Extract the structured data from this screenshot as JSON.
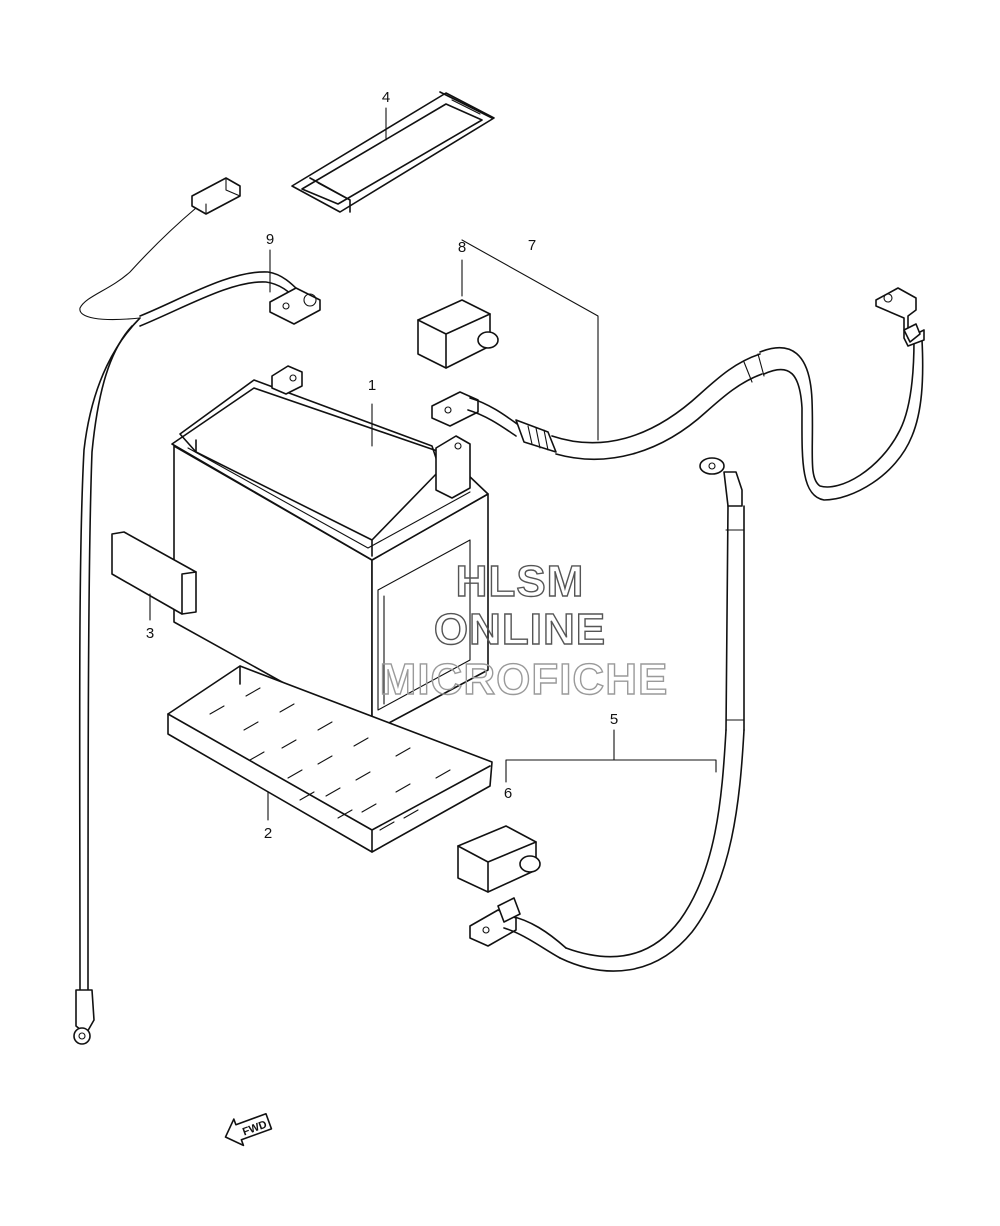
{
  "callouts": {
    "c1": "1",
    "c2": "2",
    "c3": "3",
    "c4": "4",
    "c5": "5",
    "c6": "6",
    "c7": "7",
    "c8": "8",
    "c9": "9"
  },
  "watermark": {
    "line1": "HLSM",
    "line2": "ONLINE",
    "line3": "MICROFICHE"
  },
  "fwd_label": "FWD",
  "colors": {
    "ink": "#111111",
    "watermark_dark": "#555555",
    "watermark_light": "#9a9a9a"
  }
}
